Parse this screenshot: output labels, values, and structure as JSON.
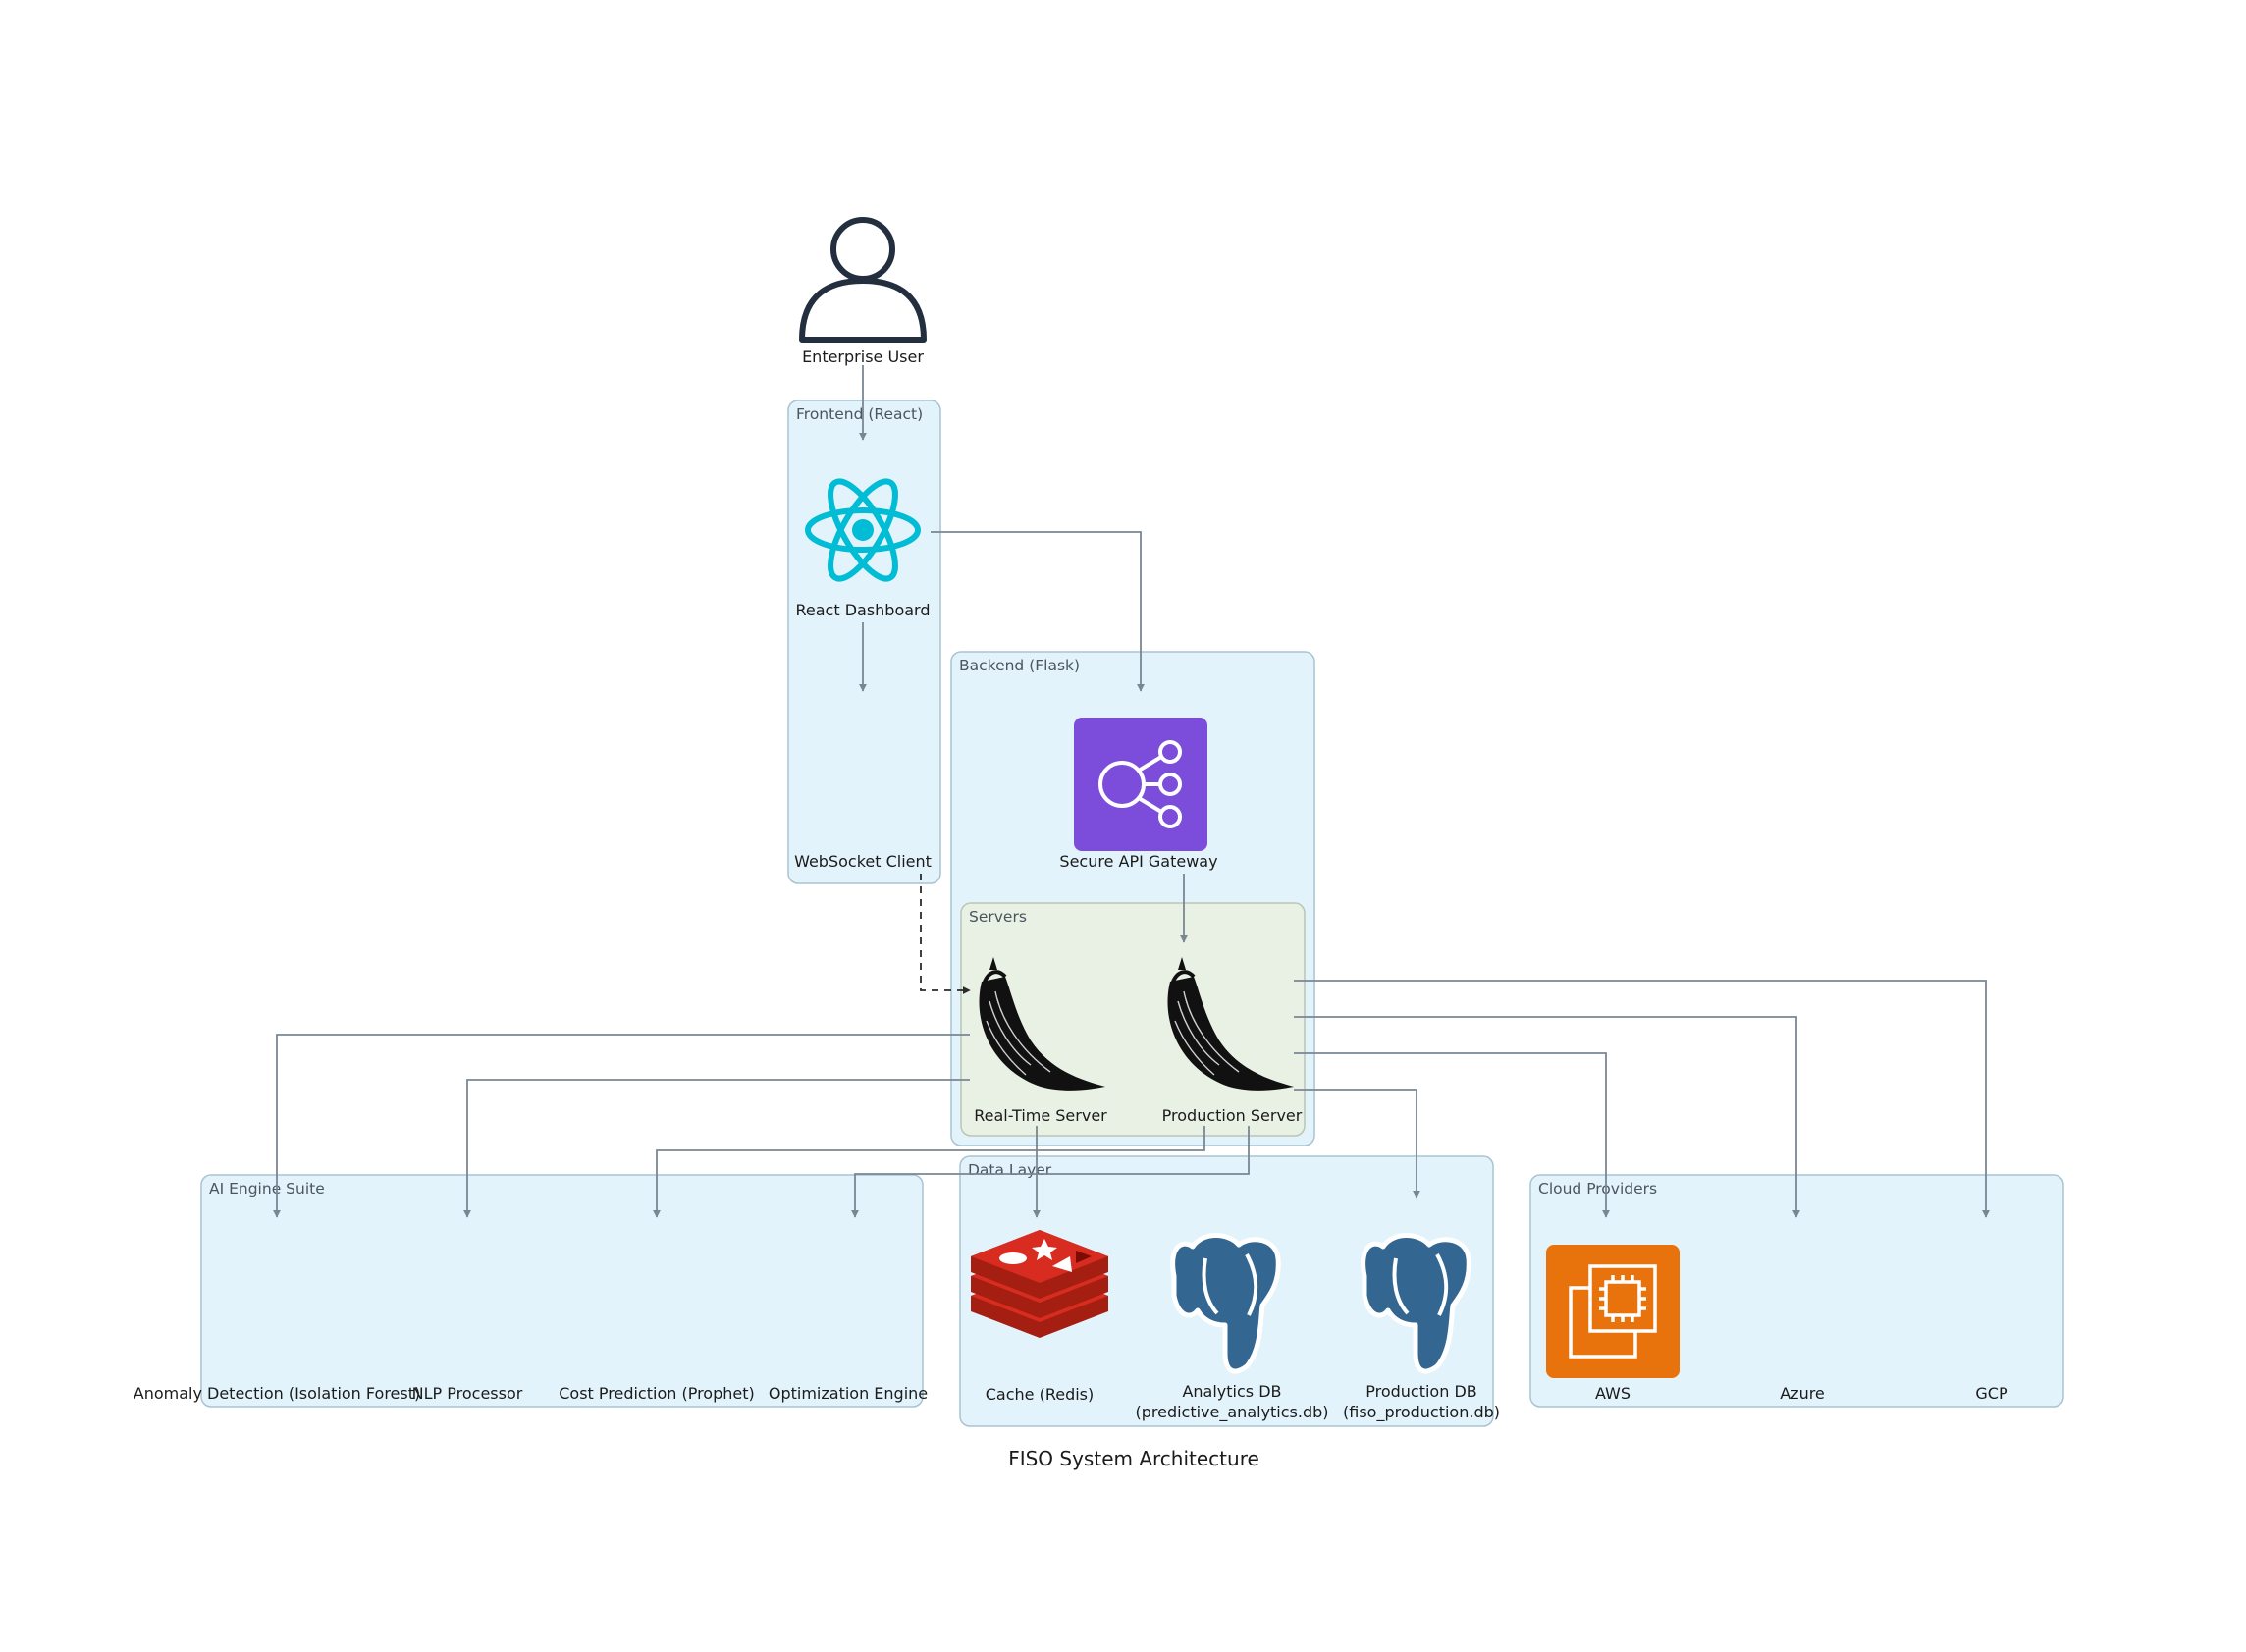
{
  "title": "FISO System Architecture",
  "colors": {
    "cluster_fill": "#e3f3fb",
    "cluster_stroke": "#a9c3d1",
    "servers_fill": "#e9f1e4",
    "servers_stroke": "#b9c6b4",
    "edge": "#7a8793",
    "react": "#00bcd4",
    "api_gateway": "#7c4ddb",
    "redis": "#d32f2f",
    "postgres": "#336791",
    "aws_ec2": "#e8730c"
  },
  "clusters": {
    "frontend": "Frontend (React)",
    "backend": "Backend (Flask)",
    "servers": "Servers",
    "ai_engine": "AI Engine Suite",
    "data_layer": "Data Layer",
    "cloud": "Cloud Providers"
  },
  "nodes": {
    "user": {
      "label": "Enterprise User",
      "icon": "user-icon"
    },
    "react_dashboard": {
      "label": "React Dashboard",
      "icon": "react-icon"
    },
    "websocket_client": {
      "label": "WebSocket Client"
    },
    "api_gateway": {
      "label": "Secure API Gateway",
      "icon": "api-gateway-icon"
    },
    "realtime_server": {
      "label": "Real-Time Server",
      "icon": "flask-icon"
    },
    "production_server": {
      "label": "Production Server",
      "icon": "flask-icon"
    },
    "anomaly": {
      "label": "Anomaly Detection (Isolation Forest)"
    },
    "nlp": {
      "label": "NLP Processor"
    },
    "cost_prediction": {
      "label": "Cost Prediction (Prophet)"
    },
    "optimization": {
      "label": "Optimization Engine"
    },
    "cache": {
      "label": "Cache (Redis)",
      "icon": "redis-icon"
    },
    "analytics_db": {
      "label": "Analytics DB",
      "label2": "(predictive_analytics.db)",
      "icon": "postgresql-icon"
    },
    "production_db": {
      "label": "Production DB",
      "label2": "(fiso_production.db)",
      "icon": "postgresql-icon"
    },
    "aws": {
      "label": "AWS",
      "icon": "aws-ec2-icon"
    },
    "azure": {
      "label": "Azure"
    },
    "gcp": {
      "label": "GCP"
    }
  }
}
